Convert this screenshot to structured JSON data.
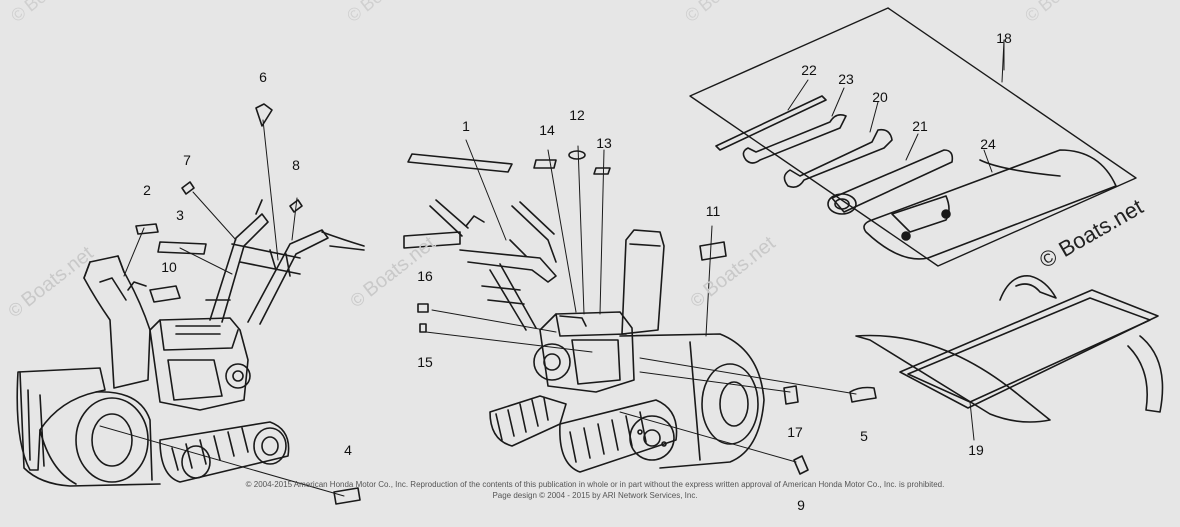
{
  "callouts": [
    {
      "label": "1"
    },
    {
      "label": "2"
    },
    {
      "label": "3"
    },
    {
      "label": "4"
    },
    {
      "label": "5"
    },
    {
      "label": "6"
    },
    {
      "label": "7"
    },
    {
      "label": "8"
    },
    {
      "label": "9"
    },
    {
      "label": "10"
    },
    {
      "label": "11"
    },
    {
      "label": "12"
    },
    {
      "label": "13"
    },
    {
      "label": "14"
    },
    {
      "label": "15"
    },
    {
      "label": "16"
    },
    {
      "label": "17"
    },
    {
      "label": "18"
    },
    {
      "label": "19"
    },
    {
      "label": "20"
    },
    {
      "label": "21"
    },
    {
      "label": "22"
    },
    {
      "label": "23"
    },
    {
      "label": "24"
    }
  ],
  "watermark": {
    "brand": "Boats.net",
    "copyright_symbol": "©"
  },
  "footer": {
    "line1": "© 2004-2015 American Honda Motor Co., Inc. Reproduction of the contents of this publication in whole or in part without the express written approval of American Honda Motor Co., Inc. is prohibited.",
    "line2": "Page design © 2004 - 2015 by ARI Network Services, Inc."
  },
  "colors": {
    "background": "#e6e6e6",
    "line": "#1a1a1a",
    "watermark": "#c9c9c9"
  }
}
